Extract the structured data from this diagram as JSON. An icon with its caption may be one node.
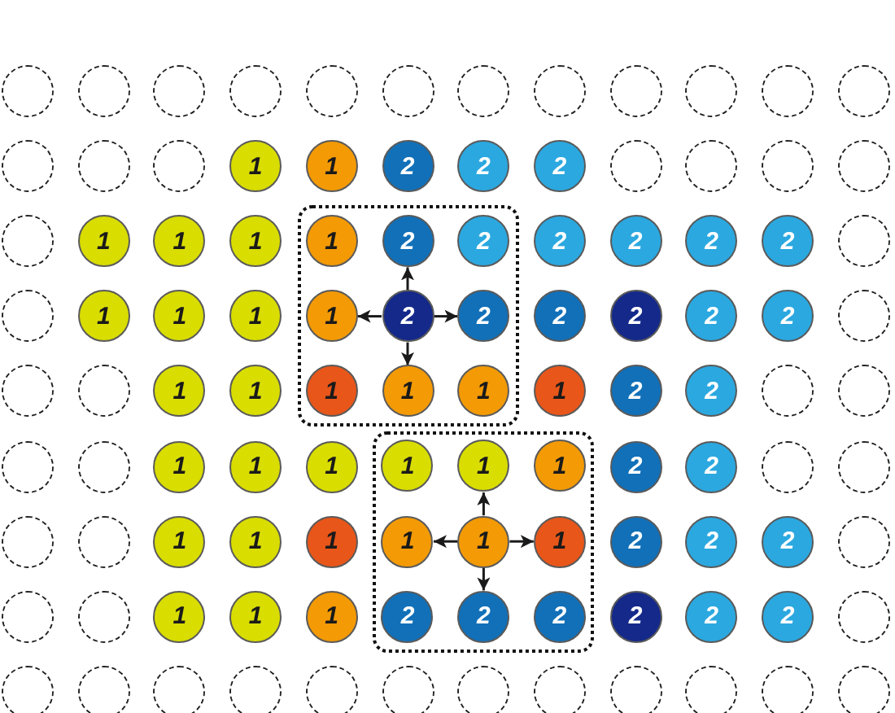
{
  "diagram": {
    "nodes": [
      {
        "text": [],
        "shape": "circle"
      },
      {
        "text": [],
        "shape": "circle"
      },
      {
        "text": [],
        "shape": "circle"
      },
      {
        "text": [],
        "shape": "circle"
      },
      {
        "text": [],
        "shape": "circle"
      },
      {
        "text": [],
        "shape": "circle"
      },
      {
        "text": [],
        "shape": "circle"
      },
      {
        "text": [],
        "shape": "circle"
      },
      {
        "text": [],
        "shape": "circle"
      },
      {
        "text": [],
        "shape": "circle"
      },
      {
        "text": [],
        "shape": "circle"
      },
      {
        "text": [],
        "shape": "circle"
      },
      {
        "text": [],
        "shape": "circle"
      },
      {
        "text": [],
        "shape": "circle"
      },
      {
        "text": [],
        "shape": "circle"
      },
      {
        "text": [
          "1"
        ]
      },
      {
        "text": [
          "1"
        ]
      },
      {
        "text": [
          "2"
        ]
      },
      {
        "text": [
          "2"
        ]
      },
      {
        "text": [
          "2"
        ]
      },
      {
        "text": [],
        "shape": "circle"
      },
      {
        "text": [],
        "shape": "circle"
      },
      {
        "text": [],
        "shape": "circle"
      },
      {
        "text": [],
        "shape": "circle"
      },
      {
        "text": [],
        "shape": "box"
      },
      {
        "text": [],
        "shape": "circle"
      },
      {
        "text": [
          "1"
        ]
      },
      {
        "text": [
          "1"
        ]
      },
      {
        "text": [
          "1"
        ]
      },
      {
        "text": [
          "1"
        ],
        "in": 24
      },
      {
        "text": [
          "2"
        ],
        "in": 24
      },
      {
        "text": [
          "2"
        ],
        "in": 24
      },
      {
        "text": [
          "2"
        ]
      },
      {
        "text": [
          "2"
        ]
      },
      {
        "text": [
          "2"
        ]
      },
      {
        "text": [
          "2"
        ]
      },
      {
        "text": [],
        "shape": "circle"
      },
      {
        "text": [],
        "shape": "circle"
      },
      {
        "text": [
          "1"
        ]
      },
      {
        "text": [
          "1"
        ]
      },
      {
        "text": [
          "1"
        ]
      },
      {
        "text": [
          "1"
        ],
        "in": 24
      },
      {
        "text": [
          "2"
        ],
        "in": 24
      },
      {
        "text": [
          "2"
        ],
        "in": 24
      },
      {
        "text": [
          "2"
        ]
      },
      {
        "text": [
          "2"
        ]
      },
      {
        "text": [
          "2"
        ]
      },
      {
        "text": [
          "2"
        ]
      },
      {
        "text": [],
        "shape": "circle"
      },
      {
        "text": [],
        "shape": "circle"
      },
      {
        "text": [],
        "shape": "circle"
      },
      {
        "text": [
          "1"
        ]
      },
      {
        "text": [
          "1"
        ]
      },
      {
        "text": [
          "1"
        ],
        "in": 24
      },
      {
        "text": [
          "1"
        ],
        "in": 24
      },
      {
        "text": [
          "1"
        ],
        "in": 24
      },
      {
        "text": [
          "1"
        ]
      },
      {
        "text": [
          "2"
        ]
      },
      {
        "text": [
          "2"
        ]
      },
      {
        "text": [],
        "shape": "circle"
      },
      {
        "text": [],
        "shape": "circle"
      },
      {
        "text": [],
        "shape": "box"
      },
      {
        "text": [],
        "shape": "circle"
      },
      {
        "text": [],
        "shape": "circle"
      },
      {
        "text": [
          "1"
        ]
      },
      {
        "text": [
          "1"
        ]
      },
      {
        "text": [
          "1"
        ]
      },
      {
        "text": [
          "1"
        ],
        "in": 61
      },
      {
        "text": [
          "1"
        ],
        "in": 61
      },
      {
        "text": [
          "1"
        ],
        "in": 61
      },
      {
        "text": [
          "2"
        ]
      },
      {
        "text": [
          "2"
        ]
      },
      {
        "text": [],
        "shape": "circle"
      },
      {
        "text": [],
        "shape": "circle"
      },
      {
        "text": [],
        "shape": "circle"
      },
      {
        "text": [],
        "shape": "circle"
      },
      {
        "text": [
          "1"
        ]
      },
      {
        "text": [
          "1"
        ]
      },
      {
        "text": [
          "1"
        ]
      },
      {
        "text": [
          "1"
        ],
        "in": 61
      },
      {
        "text": [
          "1"
        ],
        "in": 61
      },
      {
        "text": [
          "1"
        ],
        "in": 61
      },
      {
        "text": [
          "2"
        ]
      },
      {
        "text": [
          "2"
        ]
      },
      {
        "text": [
          "2"
        ]
      },
      {
        "text": [],
        "shape": "circle"
      },
      {
        "text": [],
        "shape": "circle"
      },
      {
        "text": [],
        "shape": "circle"
      },
      {
        "text": [
          "1"
        ]
      },
      {
        "text": [
          "1"
        ]
      },
      {
        "text": [
          "1"
        ]
      },
      {
        "text": [
          "2"
        ],
        "in": 61
      },
      {
        "text": [
          "2"
        ],
        "in": 61
      },
      {
        "text": [
          "2"
        ],
        "in": 61
      },
      {
        "text": [
          "2"
        ]
      },
      {
        "text": [
          "2"
        ]
      },
      {
        "text": [
          "2"
        ]
      },
      {
        "text": [],
        "shape": "circle"
      },
      {
        "text": [],
        "shape": "circle"
      },
      {
        "text": [],
        "shape": "circle"
      },
      {
        "text": [],
        "shape": "circle"
      },
      {
        "text": [],
        "shape": "circle"
      },
      {
        "text": [],
        "shape": "circle"
      },
      {
        "text": [],
        "shape": "circle"
      },
      {
        "text": [],
        "shape": "circle"
      },
      {
        "text": [],
        "shape": "circle"
      },
      {
        "text": [],
        "shape": "circle"
      },
      {
        "text": [],
        "shape": "circle"
      },
      {
        "text": [],
        "shape": "circle"
      },
      {
        "text": [],
        "shape": "circle"
      }
    ],
    "edges": [
      {
        "from": 42,
        "to": 30,
        "arrow": "to"
      },
      {
        "from": 42,
        "to": 41,
        "arrow": "to"
      },
      {
        "from": 42,
        "to": 43,
        "arrow": "to"
      },
      {
        "from": 42,
        "to": 54,
        "arrow": "to"
      },
      {
        "from": 80,
        "to": 68,
        "arrow": "to"
      },
      {
        "from": 80,
        "to": 79,
        "arrow": "to"
      },
      {
        "from": 80,
        "to": 81,
        "arrow": "to"
      },
      {
        "from": 80,
        "to": 92,
        "arrow": "to"
      }
    ]
  }
}
